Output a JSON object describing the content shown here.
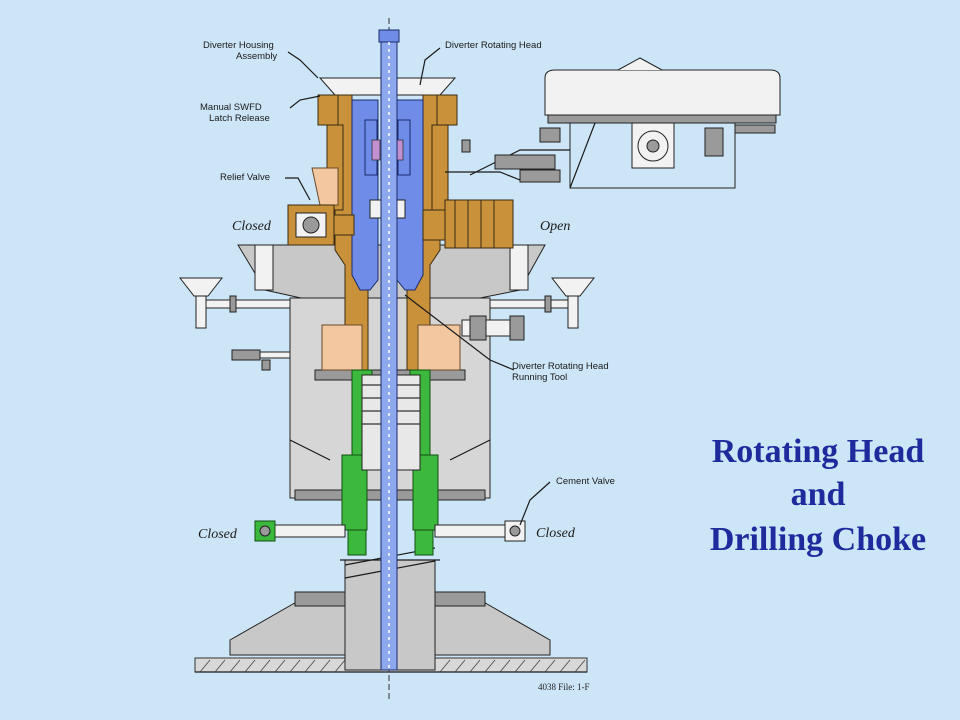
{
  "title_lines": [
    "Rotating Head",
    "and",
    "Drilling Choke"
  ],
  "labels": {
    "diverter_housing": [
      "Diverter Housing",
      "Assembly"
    ],
    "diverter_rotating_head": "Diverter Rotating Head",
    "manual_latch": [
      "Manual SWFD",
      "Latch Release"
    ],
    "relief_valve": "Relief Valve",
    "running_tool": [
      "Diverter Rotating Head",
      "Running Tool"
    ],
    "cement_valve": "Cement Valve"
  },
  "states": {
    "upper_left": "Closed",
    "upper_right": "Open",
    "lower_left": "Closed",
    "lower_right": "Closed"
  },
  "file_note": "4038 File: 1-F",
  "colors": {
    "background": "#cce6f7",
    "title": "#1f2a9c",
    "housing": "#c8913a",
    "rotating_head": "#6f8de8",
    "packing": "#f3c8a0",
    "choke": "#3cb83c"
  }
}
